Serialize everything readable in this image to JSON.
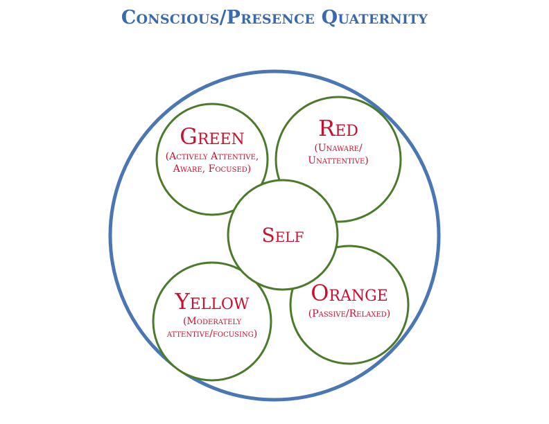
{
  "title": "Conscious/Presence Quaternity",
  "colors": {
    "title": "#3a6aaa",
    "outer_circle": "#4a77b4",
    "inner_circle": "#4a7a2a",
    "label": "#c8102e"
  },
  "nodes": {
    "green": {
      "label": "Green",
      "sub": [
        "(Actively Attentive,",
        "Aware, Focused)"
      ]
    },
    "red": {
      "label": "Red",
      "sub": [
        "(Unaware/",
        "Unattentive)"
      ]
    },
    "self": {
      "label": "Self",
      "sub": []
    },
    "yellow": {
      "label": "Yellow",
      "sub": [
        "(Moderately",
        "attentive/focusing)"
      ]
    },
    "orange": {
      "label": "Orange",
      "sub": [
        "(Passive/Relaxed)"
      ]
    }
  }
}
